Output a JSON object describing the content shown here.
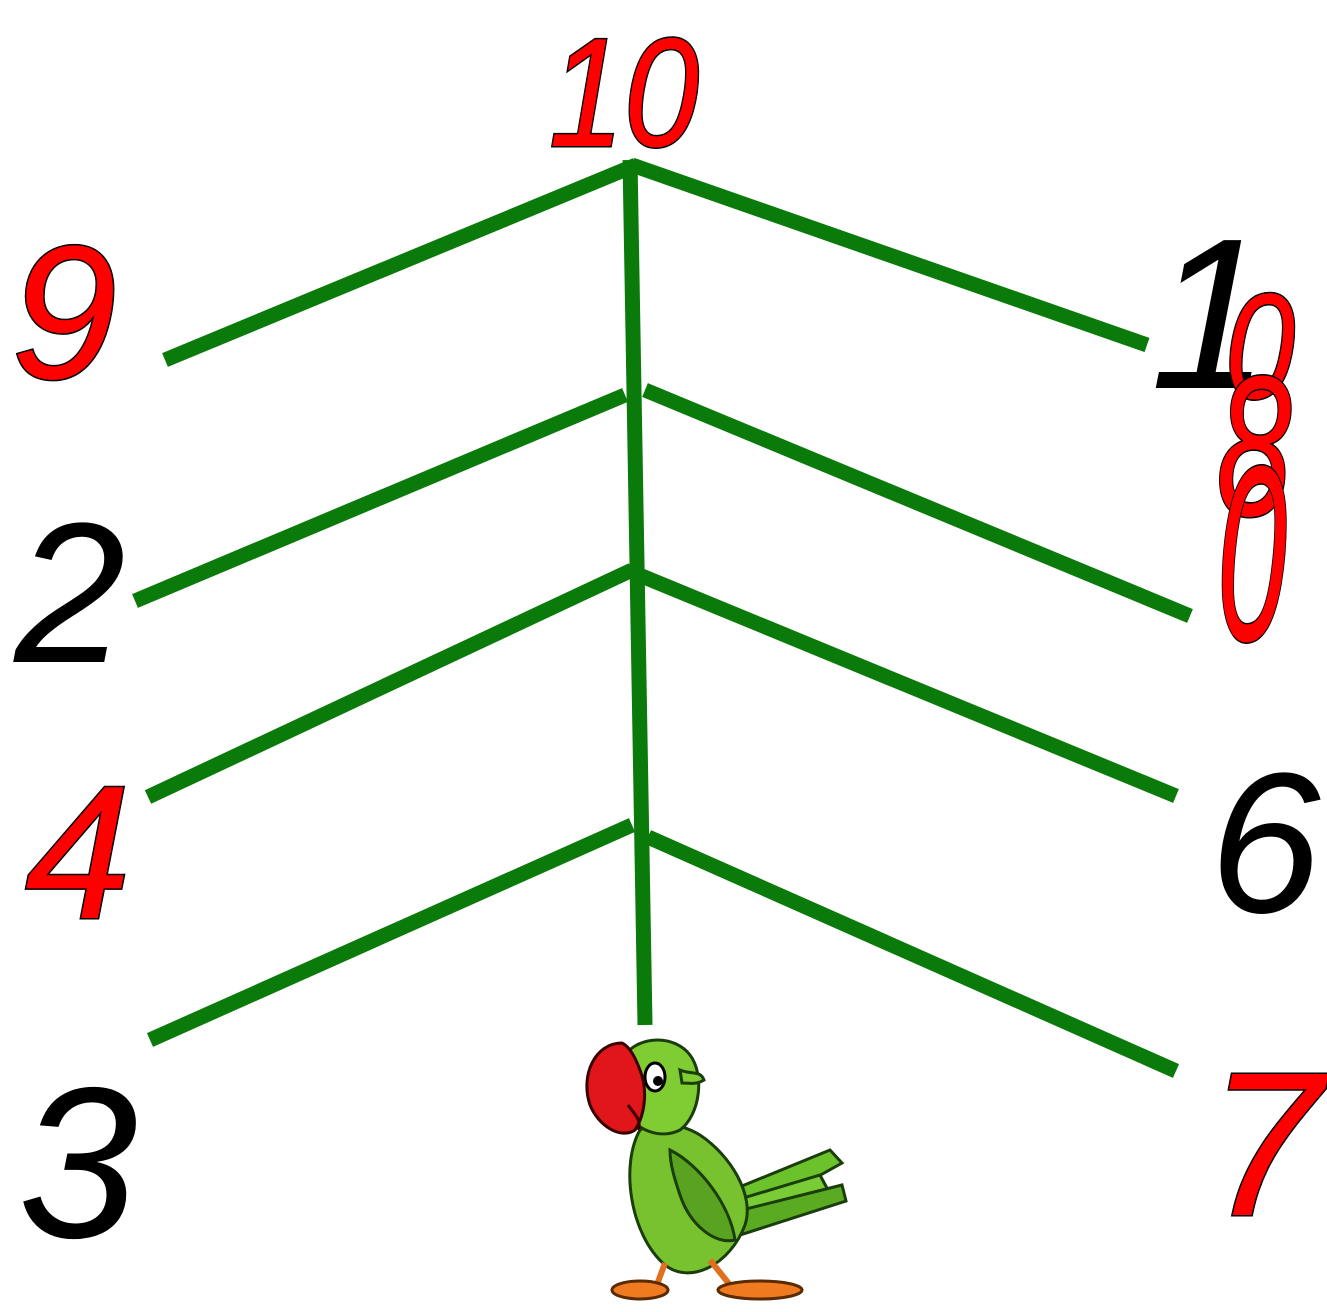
{
  "top": {
    "value": "10",
    "color": "#ff0000"
  },
  "tiers": [
    {
      "left": {
        "value": "9",
        "color": "#ff0000"
      },
      "right": {
        "value": "1",
        "color": "#000000",
        "overlay": "0",
        "overlay_color": "#ff0000"
      }
    },
    {
      "left": {
        "value": "2",
        "color": "#000000"
      },
      "right": {
        "value": "8",
        "color": "#ff0000",
        "overlay": "0",
        "overlay_color": "#ff0000"
      }
    },
    {
      "left": {
        "value": "4",
        "color": "#ff0000"
      },
      "right": {
        "value": "6",
        "color": "#000000"
      }
    },
    {
      "left": {
        "value": "3",
        "color": "#000000"
      },
      "right": {
        "value": "7",
        "color": "#ff0000"
      }
    }
  ],
  "branch_color": "#0a7a0a",
  "mascot": "green-parrot-icon"
}
